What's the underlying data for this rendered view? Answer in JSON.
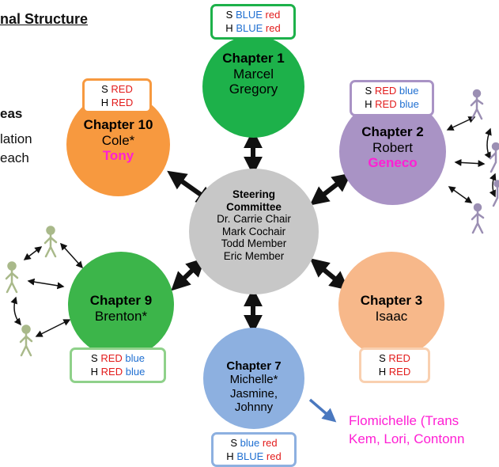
{
  "header": {
    "title": "nal Structure",
    "ideas_word": "eas",
    "side_line_1": "lation",
    "side_line_2": "each"
  },
  "legend_prefix": {
    "s": "S",
    "h": "H"
  },
  "steering": {
    "title": "Steering Committee",
    "title_line1": "Steering",
    "title_line2": "Committee",
    "members": [
      "Dr. Carrie Chair",
      "Mark Cochair",
      "Todd Member",
      "Eric Member"
    ]
  },
  "chapters": {
    "ch1": {
      "title": "Chapter 1",
      "lines": [
        "Marcel",
        "Gregory"
      ],
      "s": [
        "BLUE",
        "red"
      ],
      "h": [
        "BLUE",
        "red"
      ],
      "color": "#1db14a"
    },
    "ch2": {
      "title": "Chapter 2",
      "lines": [
        "Robert"
      ],
      "highlight": "Geneco",
      "s": [
        "RED",
        "blue"
      ],
      "h": [
        "RED",
        "blue"
      ],
      "color": "#a993c5"
    },
    "ch3": {
      "title": "Chapter 3",
      "lines": [
        "Isaac"
      ],
      "s": [
        "RED"
      ],
      "h": [
        "RED"
      ],
      "color": "#f7b88a"
    },
    "ch7": {
      "title": "Chapter 7",
      "lines": [
        "Michelle*",
        "Jasmine,",
        "Johnny"
      ],
      "s": [
        "blue",
        "red"
      ],
      "h": [
        "BLUE",
        "red"
      ],
      "color": "#8db0e0"
    },
    "ch9": {
      "title": "Chapter 9",
      "lines": [
        "Brenton*"
      ],
      "s": [
        "RED",
        "blue"
      ],
      "h": [
        "RED",
        "blue"
      ],
      "color": "#3cb54a"
    },
    "ch10": {
      "title": "Chapter 10",
      "lines": [
        "Cole*"
      ],
      "highlight": "Tony",
      "s": [
        "RED"
      ],
      "h": [
        "RED"
      ],
      "color": "#f7993f"
    }
  },
  "flomichelle": {
    "line1": "Flomichelle (Trans",
    "line2": "Kem, Lori, Contonn"
  },
  "colors": {
    "steering": "#c7c7c7",
    "arrow": "#111111",
    "figure": "#a9b98a",
    "magenta": "#ff1fd4",
    "red": "#e21b1b",
    "blue": "#1f6fd1"
  }
}
